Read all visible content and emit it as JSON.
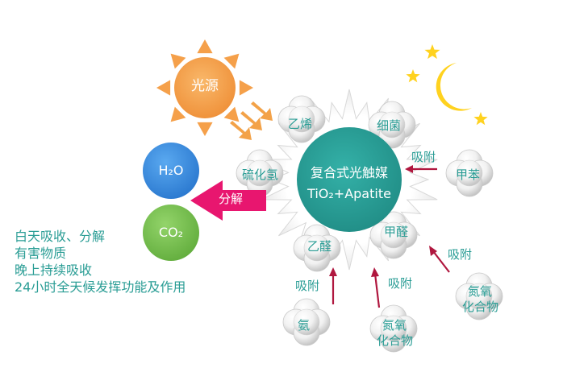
{
  "light_source": {
    "label": "光源"
  },
  "center": {
    "line1": "复合式光触媒",
    "line2": "TiO₂+Apatite"
  },
  "pollutants": {
    "ethylene": "乙烯",
    "bacteria": "细菌",
    "hydrogen_sulfide": "硫化氢",
    "toluene": "甲苯",
    "acetaldehyde": "乙醛",
    "formaldehyde": "甲醛",
    "ammonia": "氨",
    "nox_bottom_line1": "氮氧",
    "nox_bottom_line2": "化合物",
    "nox_right_line1": "氮氧",
    "nox_right_line2": "化合物"
  },
  "actions": {
    "decompose": "分解",
    "adsorb_toluene": "吸附",
    "adsorb_ammonia": "吸附",
    "adsorb_nox_bottom": "吸附",
    "adsorb_nox_right": "吸附"
  },
  "products": {
    "water": "H₂O",
    "co2": "CO₂"
  },
  "legend": {
    "line1": "白天吸收、分解",
    "line2": "有害物质",
    "line3": "晚上持续吸收",
    "line4": "24小时全天候发挥功能及作用"
  },
  "colors": {
    "teal": "#2a9d95",
    "sun": "#f5a04a",
    "moon": "#ffd21f",
    "water": "#3b8fe0",
    "co2": "#79c44f",
    "arrow_pink": "#e8166f",
    "arrow_dark": "#b0173f"
  }
}
